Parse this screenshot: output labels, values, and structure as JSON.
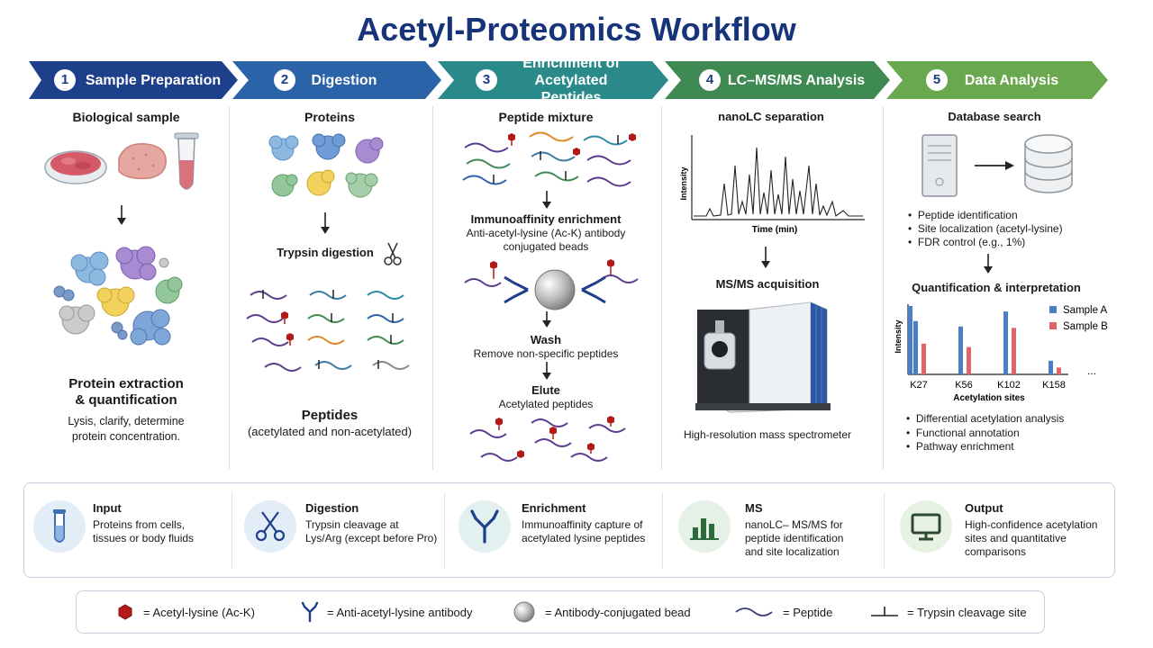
{
  "title": "Acetyl-Proteomics Workflow",
  "colors": {
    "step1": "#1e3f8a",
    "step2": "#2a63a8",
    "step3": "#2a8a8a",
    "step4": "#3f8a52",
    "step5": "#6aa84f",
    "title": "#17347a",
    "acetyl": "#b31b1b",
    "antibody": "#1e3f8a"
  },
  "steps": [
    {
      "num": "1",
      "label": "Sample Preparation"
    },
    {
      "num": "2",
      "label": "Digestion"
    },
    {
      "num": "3",
      "label": "Enrichment of\nAcetylated Peptides"
    },
    {
      "num": "4",
      "label": "LC–MS/MS Analysis"
    },
    {
      "num": "5",
      "label": "Data Analysis"
    }
  ],
  "col1": {
    "heading": "Biological sample",
    "result_title": "Protein extraction\n& quantification",
    "result_desc": "Lysis, clarify, determine\nprotein concentration."
  },
  "col2": {
    "heading": "Proteins",
    "process": "Trypsin digestion",
    "result_title": "Peptides",
    "result_desc": "(acetylated and non-acetylated)"
  },
  "col3": {
    "heading": "Peptide mixture",
    "enrich_title": "Immunoaffinity enrichment",
    "enrich_desc": "Anti-acetyl-lysine (Ac-K) antibody\nconjugated beads",
    "wash_title": "Wash",
    "wash_desc": "Remove non-specific peptides",
    "elute_title": "Elute",
    "elute_desc": "Acetylated peptides"
  },
  "col4": {
    "heading": "nanoLC separation",
    "y_label": "Intensity",
    "x_label": "Time (min)",
    "acq_title": "MS/MS acquisition",
    "instrument": "High-resolution mass spectrometer"
  },
  "col5": {
    "heading": "Database search",
    "bullets1": [
      "Peptide identification",
      "Site localization (acetyl-lysine)",
      "FDR control (e.g., 1%)"
    ],
    "quant_title": "Quantification & interpretation",
    "bullets2": [
      "Differential acetylation analysis",
      "Functional annotation",
      "Pathway enrichment"
    ]
  },
  "chart_data": {
    "type": "bar",
    "categories": [
      "K27",
      "K56",
      "K102",
      "K158"
    ],
    "series": [
      {
        "name": "Sample A",
        "values": [
          0.78,
          0.7,
          0.92,
          0.2
        ]
      },
      {
        "name": "Sample B",
        "values": [
          0.45,
          0.4,
          0.68,
          0.1
        ]
      }
    ],
    "extra_bar": {
      "category": "K27",
      "value": 1.0
    },
    "ylabel": "Intensity",
    "xlabel": "Acetylation sites",
    "ellipsis": "...",
    "ylim": [
      0,
      1
    ]
  },
  "panel": [
    {
      "title": "Input",
      "desc": "Proteins from cells,\ntissues or body fluids",
      "icon": "test-tube-icon",
      "bg": "#e3edf8"
    },
    {
      "title": "Digestion",
      "desc": "Trypsin cleavage at\nLys/Arg (except before Pro)",
      "icon": "scissors-icon",
      "bg": "#e3edf8"
    },
    {
      "title": "Enrichment",
      "desc": "Immunoaffinity capture of\nacetylated lysine peptides",
      "icon": "antibody-icon",
      "bg": "#e2f1f0"
    },
    {
      "title": "MS",
      "desc": "nanoLC– MS/MS for\npeptide identification\nand site localization",
      "icon": "bar-chart-icon",
      "bg": "#e5f1e6"
    },
    {
      "title": "Output",
      "desc": "High-confidence acetylation\nsites and quantitative\ncomparisons",
      "icon": "monitor-icon",
      "bg": "#e8f2e2"
    }
  ],
  "legend": [
    {
      "label": "= Acetyl-lysine (Ac-K)",
      "icon": "hexagon-icon"
    },
    {
      "label": "= Anti-acetyl-lysine antibody",
      "icon": "antibody-icon"
    },
    {
      "label": "= Antibody-conjugated bead",
      "icon": "bead-icon"
    },
    {
      "label": "= Peptide",
      "icon": "peptide-icon"
    },
    {
      "label": "= Trypsin cleavage site",
      "icon": "cleavage-icon"
    }
  ]
}
